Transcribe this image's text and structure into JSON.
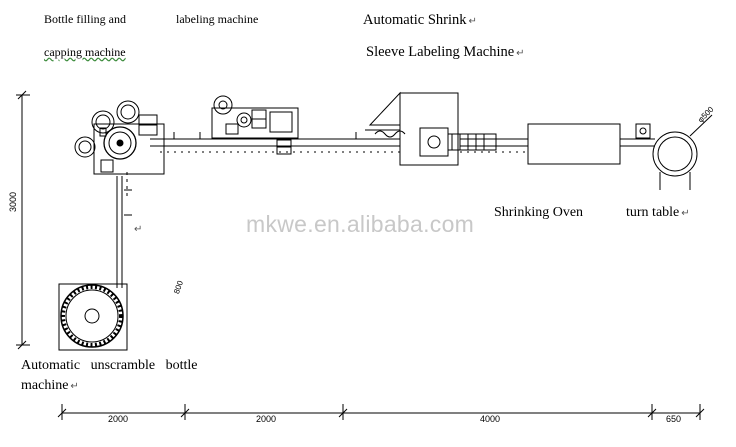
{
  "labels": {
    "filling_line1": "Bottle filling and",
    "filling_line2": "capping machine",
    "labeling": "labeling machine",
    "shrink_line1": "Automatic Shrink",
    "shrink_line2": "Sleeve Labeling Machine",
    "oven": "Shrinking Oven",
    "turn_table": "turn table",
    "unscramble_line1": "Automatic   unscramble   bottle",
    "unscramble_line2": "machine",
    "return_mark": "↵"
  },
  "watermark": "mkwe.en.alibaba.com",
  "dimensions": {
    "height": "3000",
    "seg1": "2000",
    "seg2": "2000",
    "seg3": "4000",
    "seg4": "650",
    "turn_diameter": "φ500",
    "small_note": "800"
  }
}
